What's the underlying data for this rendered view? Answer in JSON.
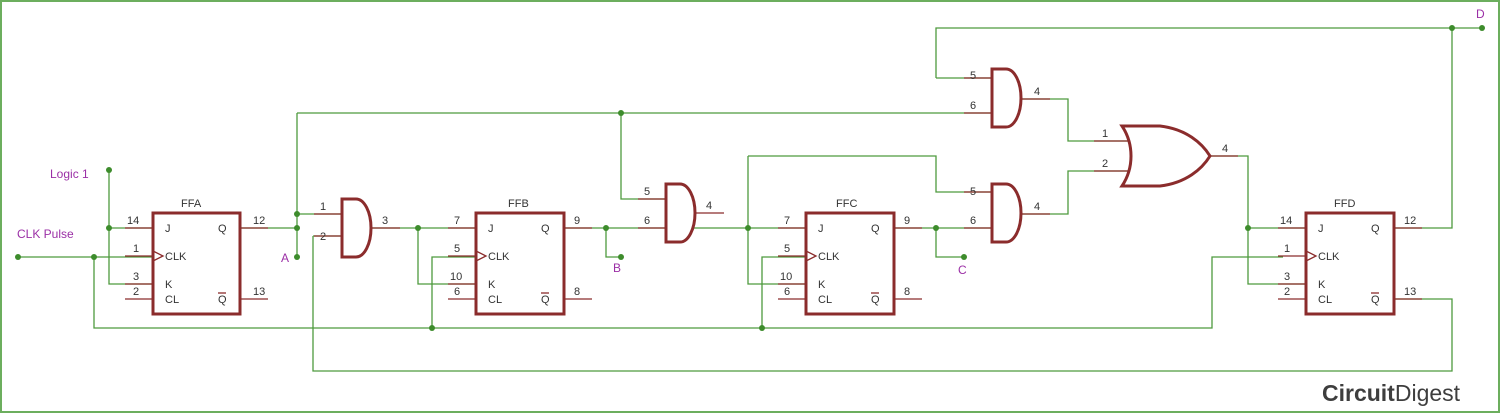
{
  "flipflops": [
    {
      "label": "FFA",
      "pins": {
        "j": "14",
        "clk": "1",
        "k": "3",
        "cl": "2",
        "q": "12",
        "qbar": "13"
      }
    },
    {
      "label": "FFB",
      "pins": {
        "j": "7",
        "clk": "5",
        "k": "10",
        "cl": "6",
        "q": "9",
        "qbar": "8"
      }
    },
    {
      "label": "FFC",
      "pins": {
        "j": "7",
        "clk": "5",
        "k": "10",
        "cl": "6",
        "q": "9",
        "qbar": "8"
      }
    },
    {
      "label": "FFD",
      "pins": {
        "j": "14",
        "clk": "1",
        "k": "3",
        "cl": "2",
        "q": "12",
        "qbar": "13"
      }
    }
  ],
  "pin_text": {
    "j": "J",
    "clk": "CLK",
    "k": "K",
    "cl": "CL",
    "q": "Q",
    "qbar": "Q"
  },
  "gates": {
    "and1": {
      "in1": "1",
      "in2": "2",
      "out": "3"
    },
    "and2": {
      "in1": "5",
      "in2": "6",
      "out": "4"
    },
    "and3": {
      "in1": "5",
      "in2": "6",
      "out": "4"
    },
    "and4": {
      "in1": "5",
      "in2": "6",
      "out": "4"
    },
    "or1": {
      "in1": "1",
      "in2": "2",
      "out": "4"
    }
  },
  "labels": {
    "logic1": "Logic 1",
    "clk_pulse": "CLK Pulse",
    "a": "A",
    "b": "B",
    "c": "C",
    "d": "D"
  },
  "brand": {
    "part1": "Circuit",
    "part2": "Digest"
  },
  "colors": {
    "wire": "#4e9a3e",
    "component": "#8b2c2c",
    "net_label": "#9b2fa6",
    "frame": "#6cae5e"
  }
}
